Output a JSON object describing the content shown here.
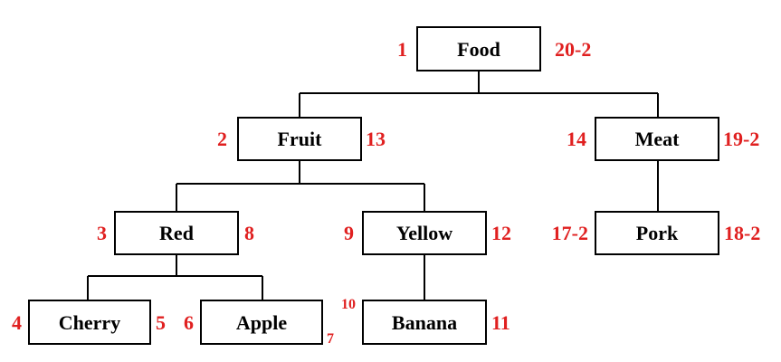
{
  "colors": {
    "label_text": "#000000",
    "annotation": "#e02020",
    "box_border": "#000000"
  },
  "nodes": [
    {
      "id": "food",
      "label": "Food",
      "left": "1",
      "right": "20-2"
    },
    {
      "id": "fruit",
      "label": "Fruit",
      "left": "2",
      "right": "13"
    },
    {
      "id": "meat",
      "label": "Meat",
      "left": "14",
      "right": "19-2"
    },
    {
      "id": "red",
      "label": "Red",
      "left": "3",
      "right": "8"
    },
    {
      "id": "yellow",
      "label": "Yellow",
      "left": "9",
      "right": "12"
    },
    {
      "id": "pork",
      "label": "Pork",
      "left": "17-2",
      "right": "18-2"
    },
    {
      "id": "cherry",
      "label": "Cherry",
      "left": "4",
      "right": "5"
    },
    {
      "id": "apple",
      "label": "Apple",
      "left": "6",
      "right": "7"
    },
    {
      "id": "banana",
      "label": "Banana",
      "left": "10",
      "right": "11"
    }
  ],
  "edges": [
    [
      "food",
      "fruit"
    ],
    [
      "food",
      "meat"
    ],
    [
      "fruit",
      "red"
    ],
    [
      "fruit",
      "yellow"
    ],
    [
      "meat",
      "pork"
    ],
    [
      "red",
      "cherry"
    ],
    [
      "red",
      "apple"
    ],
    [
      "yellow",
      "banana"
    ]
  ]
}
